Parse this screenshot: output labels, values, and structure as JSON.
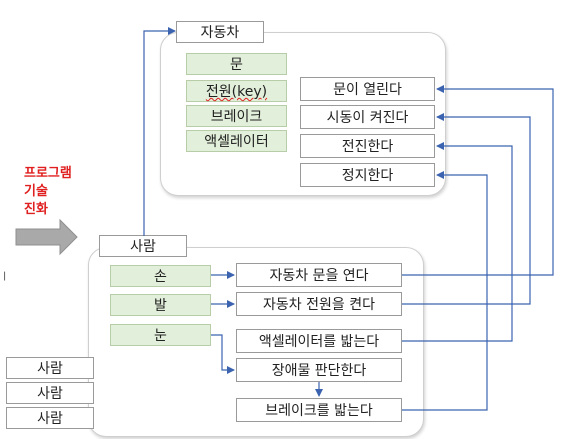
{
  "car": {
    "title": "자동차",
    "parts": [
      "문",
      "전원(key)",
      "브레이크",
      "액셀레이터"
    ],
    "actions": [
      "문이 열린다",
      "시동이 켜진다",
      "전진한다",
      "정지한다"
    ]
  },
  "evolution_label": [
    "프로그램",
    "기술",
    "진화"
  ],
  "person": {
    "title": "사람",
    "parts": [
      "손",
      "발",
      "눈"
    ],
    "actions": [
      "자동차 문을 연다",
      "자동차 전원을 켠다",
      "액셀레이터를 밟는다",
      "장애물 판단한다",
      "브레이크를 밟는다"
    ]
  },
  "stack_labels": [
    "사람",
    "사람",
    "사람"
  ],
  "left_fragment": "ㅣ",
  "colors": {
    "arrow_blue": "#3b63b0",
    "part_fill": "#e2efda",
    "evolution_text": "#e02020",
    "big_arrow": "#a9a9a9"
  }
}
